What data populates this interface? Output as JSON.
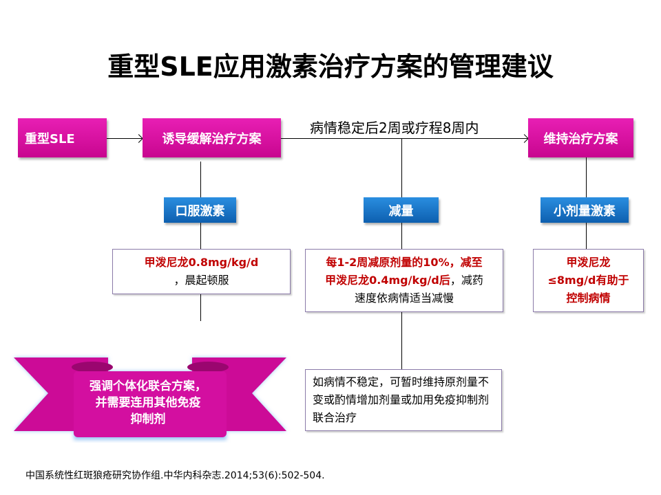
{
  "title": "重型SLE应用激素治疗方案的管理建议",
  "flow": {
    "severe_sle": "重型SLE",
    "induction": "诱导缓解治疗方案",
    "transition_label": "病情稳定后2周或疗程8周内",
    "maintenance": "维持治疗方案"
  },
  "steps": {
    "oral": "口服激素",
    "reduce": "减量",
    "low_dose": "小剂量激素"
  },
  "details": {
    "oral_red": "甲泼尼龙0.8mg/kg/d",
    "oral_plain": "，晨起顿服",
    "reduce_red1": "每1-2周减原剂量的10%，减至",
    "reduce_red2": "甲泼尼龙0.4mg/kg/d后",
    "reduce_plain1": "，减药",
    "reduce_plain2": "速度依病情适当减慢",
    "low_red1": "甲泼尼龙",
    "low_red2": "≤8mg/d有助于",
    "low_red3": "控制病情",
    "unstable": "如病情不稳定，可暂时维持原剂量不变或酌情增加剂量或加用免疫抑制剂联合治疗"
  },
  "ribbon": {
    "line1": "强调个体化联合方案，",
    "line2": "并需要连用其他免疫",
    "line3": "抑制剂"
  },
  "footnote": "中国系统性红斑狼疮研究协作组.中华内科杂志.2014;53(6):502-504.",
  "colors": {
    "pink": "#d00c9c",
    "blue": "#1a74c8",
    "red": "#c00000"
  }
}
